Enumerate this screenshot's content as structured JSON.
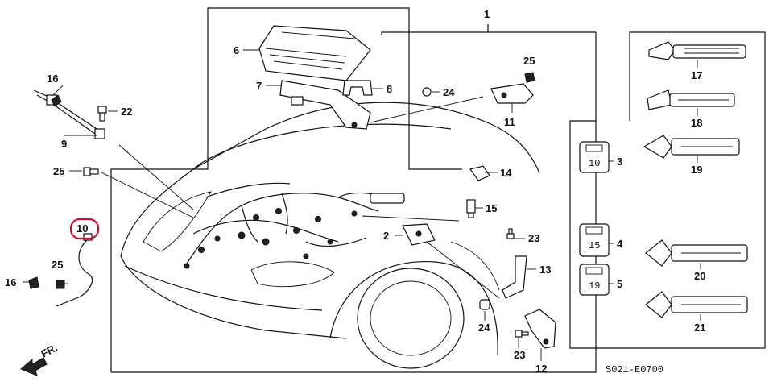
{
  "callouts": {
    "p1": "1",
    "p2": "2",
    "p3": "3",
    "p4": "4",
    "p5": "5",
    "p6": "6",
    "p7": "7",
    "p8": "8",
    "p9": "9",
    "p10": "10",
    "p11": "11",
    "p12": "12",
    "p13": "13",
    "p14": "14",
    "p15": "15",
    "p16a": "16",
    "p16b": "16",
    "p17": "17",
    "p18": "18",
    "p19": "19",
    "p20": "20",
    "p21": "21",
    "p22": "22",
    "p23a": "23",
    "p23b": "23",
    "p24a": "24",
    "p24b": "24",
    "p25a": "25",
    "p25b": "25",
    "p25c": "25"
  },
  "connector_tags": {
    "c3": "10",
    "c4": "15",
    "c5": "19"
  },
  "front_marker": "FR.",
  "diagram_code": "S021-E0700",
  "highlight_color": "#c8102e"
}
